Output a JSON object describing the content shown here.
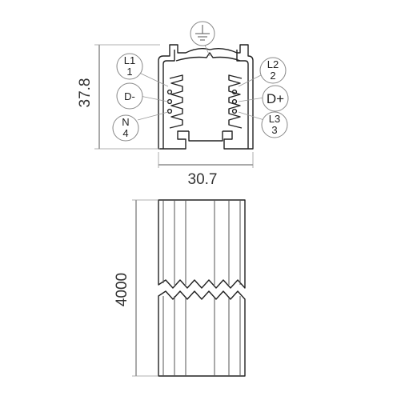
{
  "dimensions": {
    "height_profile": "37.8",
    "width_profile": "30.7",
    "length": "4000"
  },
  "labels": {
    "l1": {
      "top": "L1",
      "bottom": "1"
    },
    "l2": {
      "top": "L2",
      "bottom": "2"
    },
    "l3": {
      "top": "L3",
      "bottom": "3"
    },
    "n": {
      "top": "N",
      "bottom": "4"
    },
    "d_minus": "D-",
    "d_plus": "D+"
  },
  "icons": {
    "earth": "earth-ground-icon"
  }
}
